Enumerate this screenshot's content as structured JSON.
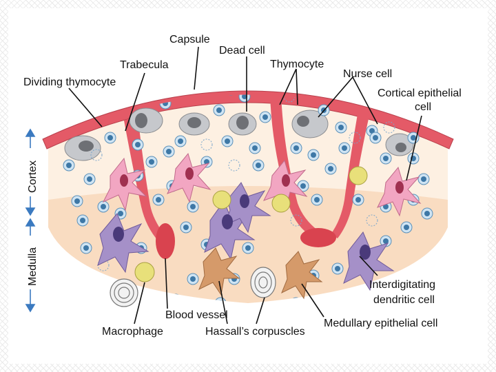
{
  "labels": {
    "capsule": "Capsule",
    "dead_cell": "Dead cell",
    "trabecula": "Trabecula",
    "thymocyte": "Thymocyte",
    "nurse_cell": "Nurse cell",
    "dividing_thymocyte": "Dividing thymocyte",
    "cortical_epithelial_1": "Cortical epithelial",
    "cortical_epithelial_2": "cell",
    "interdigitating_1": "Interdigitating",
    "interdigitating_2": "dendritic cell",
    "blood_vessel": "Blood vessel",
    "macrophage": "Macrophage",
    "hassalls": "Hassall’s corpuscles",
    "medullary_epithelial": "Medullary epithelial cell"
  },
  "side_labels": {
    "cortex": "Cortex",
    "medulla": "Medulla"
  },
  "colors": {
    "capsule": "#e45a67",
    "cortex_fill": "#fdf0e2",
    "medulla_fill": "#f9dcc1",
    "thymocyte": "#cfe4f3",
    "thymocyte_nucleus": "#3e78a6",
    "epithelial": "#f2a6c2",
    "epithelial_nucleus": "#a03050",
    "dendritic": "#a590c8",
    "dendritic_nucleus": "#4a3a7a",
    "macrophage": "#e8e07a",
    "medullary": "#d59a6a",
    "arrow": "#3b7ac0"
  }
}
